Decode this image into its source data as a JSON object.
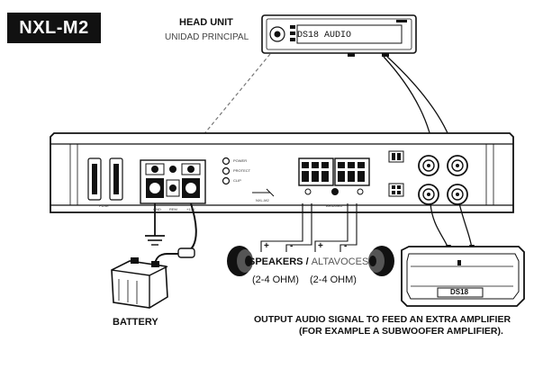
{
  "model_badge": "NXL-M2",
  "head_unit": {
    "title": "HEAD UNIT",
    "subtitle": "UNIDAD PRINCIPAL",
    "display": "DS18 AUDIO"
  },
  "amplifier": {
    "model_mark": "NXL-M2",
    "indicators": [
      "POWER",
      "PROTECT",
      "CLIP"
    ],
    "terminals": [
      "GND",
      "REM",
      "+12V"
    ],
    "fuse_label": "FUSE",
    "bridge_label": "BRIDGED"
  },
  "speakers": {
    "label": "SPEAKERS",
    "separator": "/",
    "label_es": "ALTAVOCES",
    "impedance_left": "(2-4 OHM)",
    "impedance_right": "(2-4 OHM)",
    "polarity": [
      "+",
      "-",
      "+",
      "-"
    ]
  },
  "battery": {
    "label": "BATTERY"
  },
  "output_note": {
    "line1": "OUTPUT AUDIO SIGNAL TO FEED AN EXTRA AMPLIFIER",
    "line2": "(FOR EXAMPLE A SUBWOOFER AMPLIFIER)."
  },
  "extra_amp": {
    "brand": "DS18"
  }
}
